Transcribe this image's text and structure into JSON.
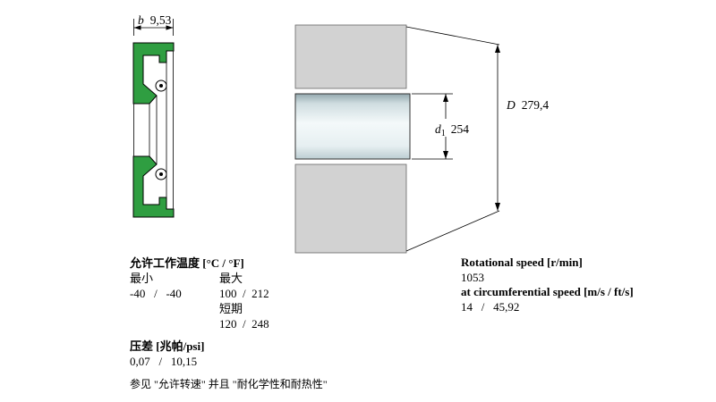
{
  "seal_drawing": {
    "width_dim": {
      "label": "b",
      "value": "9,53"
    }
  },
  "mounting_drawing": {
    "outer_dim": {
      "label": "D",
      "value": "279,4"
    },
    "shaft_dim": {
      "label": "d",
      "sub": "1",
      "value": "254"
    }
  },
  "operating_temperature": {
    "title": "允许工作温度 [°C / °F]",
    "min_label": "最小",
    "max_label": "最大",
    "min_value": "-40   /   -40",
    "max_value": "100  /  212",
    "short_term_label": "短期",
    "short_term_value": "120  /  248"
  },
  "pressure": {
    "title": "压差 [兆帕/psi]",
    "value": "0,07   /   10,15"
  },
  "note": "参见 \"允许转速\" 并且 \"耐化学性和耐热性\"",
  "speed": {
    "rotational_title": "Rotational speed [r/min]",
    "rotational_value": "1053",
    "circumferential_title": "at circumferential speed [m/s / ft/s]",
    "circumferential_value": "14   /   45,92"
  },
  "colors": {
    "seal_green": "#2f9e41",
    "housing_gray": "#d2d2d2"
  }
}
